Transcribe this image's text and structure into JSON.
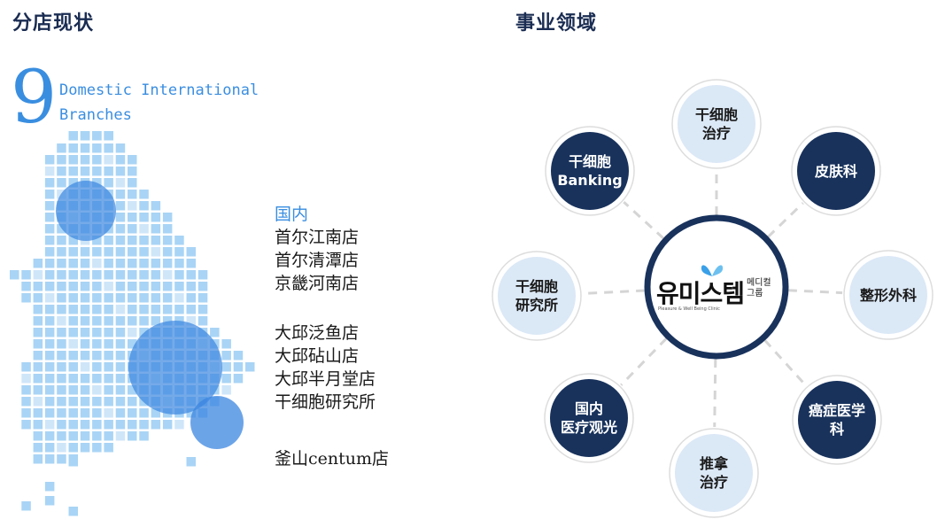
{
  "headings": {
    "branches": "分店现状",
    "business": "事业领域"
  },
  "branch_count": "9",
  "branch_label_line1": "Domestic International",
  "branch_label_line2": "Branches",
  "branches": {
    "domestic_title": "国内",
    "seoul_group": [
      "首尔江南店",
      "首尔清潭店",
      "京畿河南店"
    ],
    "daegu_group": [
      "大邱泛鱼店",
      "大邱砧山店",
      "大邱半月堂店",
      "干细胞研究所"
    ],
    "busan_group": [
      "釜山centum店"
    ]
  },
  "center_logo": {
    "main_text": "유미스템",
    "side_text": "메디컬\n그룹",
    "sub_text": "Pleasure & Well Being Clinic"
  },
  "business_nodes": [
    {
      "id": "stem-cell-therapy",
      "lines": [
        "干细胞",
        "治疗"
      ],
      "style": "light"
    },
    {
      "id": "dermatology",
      "lines": [
        "皮肤科"
      ],
      "style": "dark"
    },
    {
      "id": "plastic-surgery",
      "lines": [
        "整形外科"
      ],
      "style": "light"
    },
    {
      "id": "oncology",
      "lines": [
        "癌症医学",
        "科"
      ],
      "style": "dark"
    },
    {
      "id": "massage-therapy",
      "lines": [
        "推拿",
        "治疗"
      ],
      "style": "light"
    },
    {
      "id": "medical-tourism",
      "lines": [
        "国内",
        "医疗观光"
      ],
      "style": "dark"
    },
    {
      "id": "stem-cell-research",
      "lines": [
        "干细胞",
        "研究所"
      ],
      "style": "light"
    },
    {
      "id": "stem-cell-banking",
      "lines": [
        "干细胞",
        "Banking"
      ],
      "style": "dark"
    }
  ],
  "colors": {
    "navy": "#18325c",
    "light_fill": "#dbe8f6",
    "accent": "#3a8ee0",
    "map_tile": "#a9d4f5"
  }
}
